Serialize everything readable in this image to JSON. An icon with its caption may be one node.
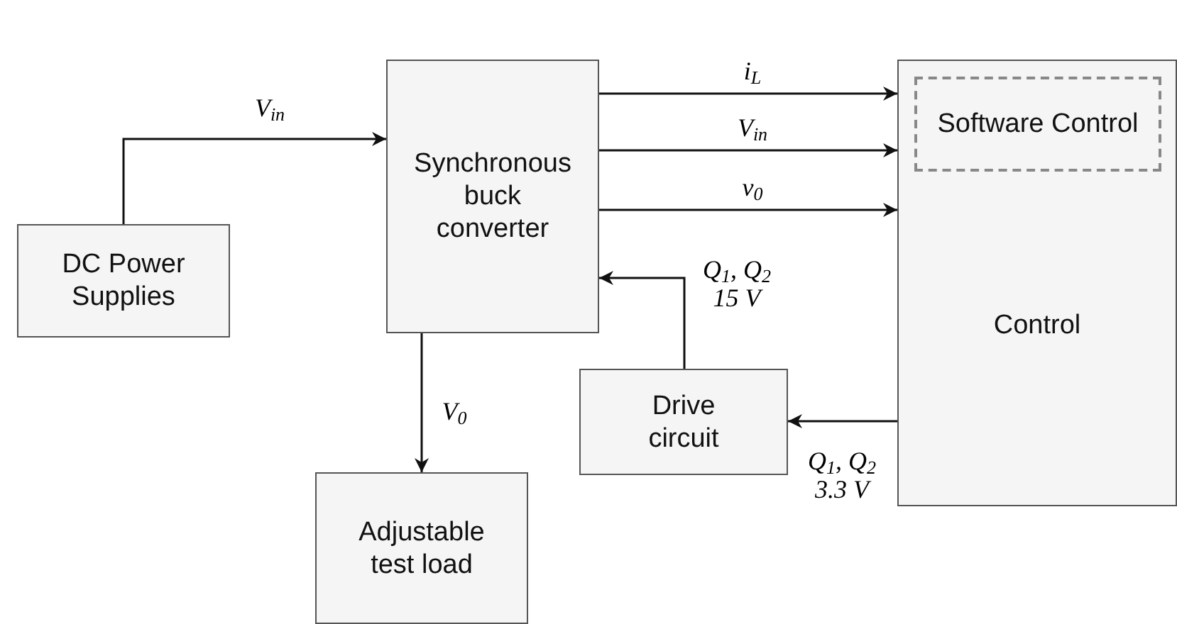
{
  "diagram": {
    "nodes": [
      {
        "text": [
          "DC Power Supplies"
        ]
      },
      {
        "text": [
          "Synchronous buck converter"
        ]
      },
      {
        "text": [
          "Adjustable test load"
        ]
      },
      {
        "text": [
          "Control"
        ]
      },
      {
        "text": [
          "Software Control"
        ],
        "in": 3
      },
      {
        "text": [
          "Drive circuit"
        ]
      }
    ],
    "edges": [
      {
        "from": 0,
        "to": 1,
        "arrow": "to",
        "label": "V$_{in}$"
      },
      {
        "from": 1,
        "to": 3,
        "arrow": "to",
        "label": "i$_{L}$"
      },
      {
        "from": 1,
        "to": 3,
        "arrow": "to",
        "label": "V$_{in}$"
      },
      {
        "from": 1,
        "to": 3,
        "arrow": "to",
        "label": "v$_{0}$"
      },
      {
        "from": 1,
        "to": 2,
        "arrow": "to",
        "label": "V$_{0}$"
      },
      {
        "from": 5,
        "to": 1,
        "arrow": "to",
        "label": "Q$_{1}$, Q$_{2}$ 15 V"
      },
      {
        "from": 3,
        "to": 5,
        "arrow": "to",
        "label": "Q$_{1}$, Q$_{2}$ 3.3 V"
      }
    ]
  }
}
